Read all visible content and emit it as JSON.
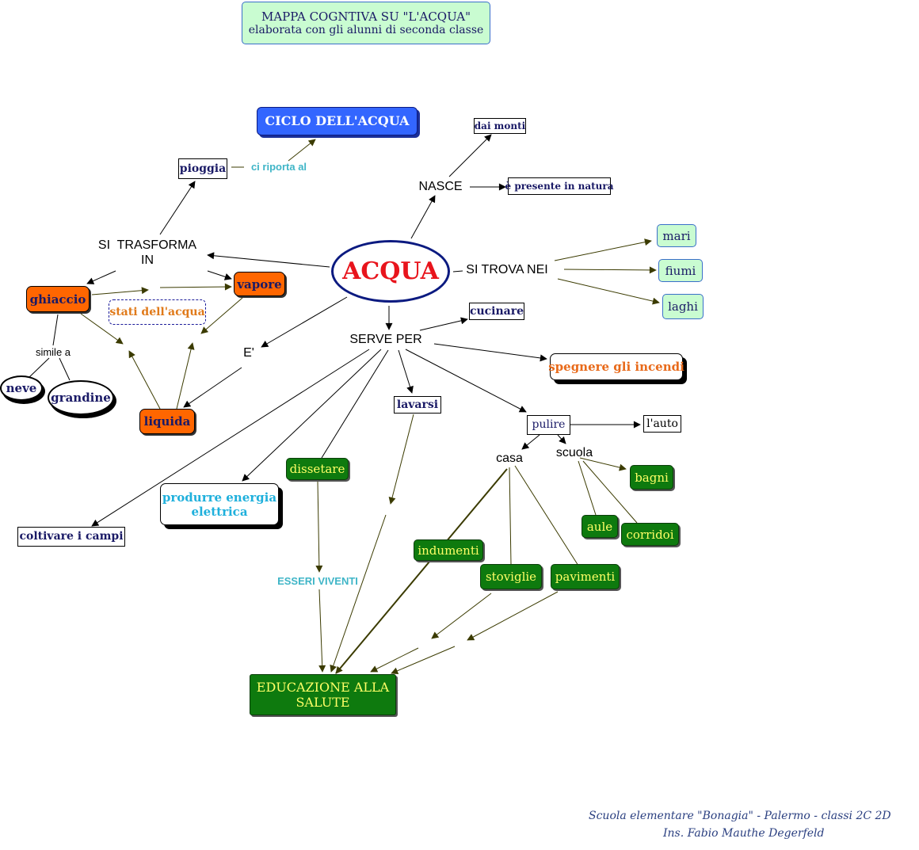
{
  "title": {
    "line1": "MAPPA COGNTIVA SU \"L'ACQUA\"",
    "line2": "elaborata con gli alunni di seconda classe"
  },
  "nodes": {
    "ciclo": "CICLO DELL'ACQUA",
    "pioggia": "pioggia",
    "ci_riporta": "ci riporta al",
    "dai_monti": "dai monti",
    "nasce": "NASCE",
    "presente": "è presente in natura",
    "trasforma1": "SI  TRASFORMA",
    "trasforma2": "IN",
    "acqua": "ACQUA",
    "si_trova": "SI TROVA NEI",
    "mari": "mari",
    "fiumi": "fiumi",
    "laghi": "laghi",
    "ghiaccio": "ghiaccio",
    "vapore": "vapore",
    "stati": "stati dell'acqua",
    "simile": "simile a",
    "neve": "neve",
    "grandine": "grandine",
    "liquida": "liquida",
    "e": "E'",
    "serve_per": "SERVE PER",
    "cucinare": "cucinare",
    "spegnere": "spegnere gli incendi",
    "lavarsi": "lavarsi",
    "pulire": "pulire",
    "lauto": "l'auto",
    "casa": "casa",
    "scuola": "scuola",
    "bagni": "bagni",
    "aule": "aule",
    "corridoi": "corridoi",
    "indumenti": "indumenti",
    "stoviglie": "stoviglie",
    "pavimenti": "pavimenti",
    "dissetare": "dissetare",
    "produrre1": "produrre energia",
    "produrre2": "elettrica",
    "coltivare": "coltivare i campi",
    "esseri": "ESSERI VIVENTI",
    "educazione1": "EDUCAZIONE ALLA",
    "educazione2": "SALUTE"
  },
  "footer": {
    "line1": "Scuola elementare \"Bonagia\" - Palermo - classi 2C 2D",
    "line2": "Ins. Fabio Mauthe Degerfeld"
  },
  "colors": {
    "link_dark": "#3b3b00",
    "link_black": "#000000",
    "acqua_text": "#e8141c",
    "acqua_border": "#0b1a80",
    "ciclo_bg": "#3366ff"
  }
}
